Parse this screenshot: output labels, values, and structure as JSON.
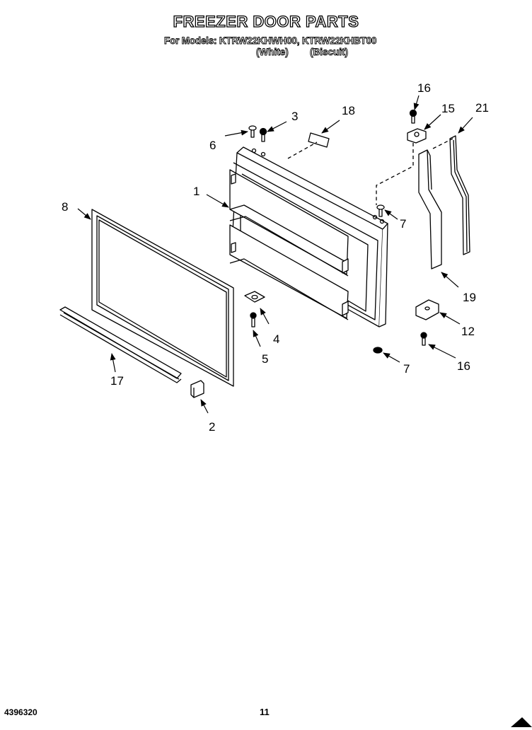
{
  "header": {
    "title": "FREEZER DOOR PARTS",
    "models": "For Models: KTRW22KHWH00, KTRW22KHBT00",
    "variant_white": "(White)",
    "variant_biscuit": "(Biscuit)"
  },
  "callouts": {
    "c1": "1",
    "c2": "2",
    "c3": "3",
    "c4": "4",
    "c5": "5",
    "c6": "6",
    "c7a": "7",
    "c7b": "7",
    "c8": "8",
    "c12": "12",
    "c15": "15",
    "c16a": "16",
    "c16b": "16",
    "c17": "17",
    "c18": "18",
    "c19": "19",
    "c21": "21"
  },
  "footer": {
    "doc_number": "4396320",
    "page_number": "11"
  }
}
